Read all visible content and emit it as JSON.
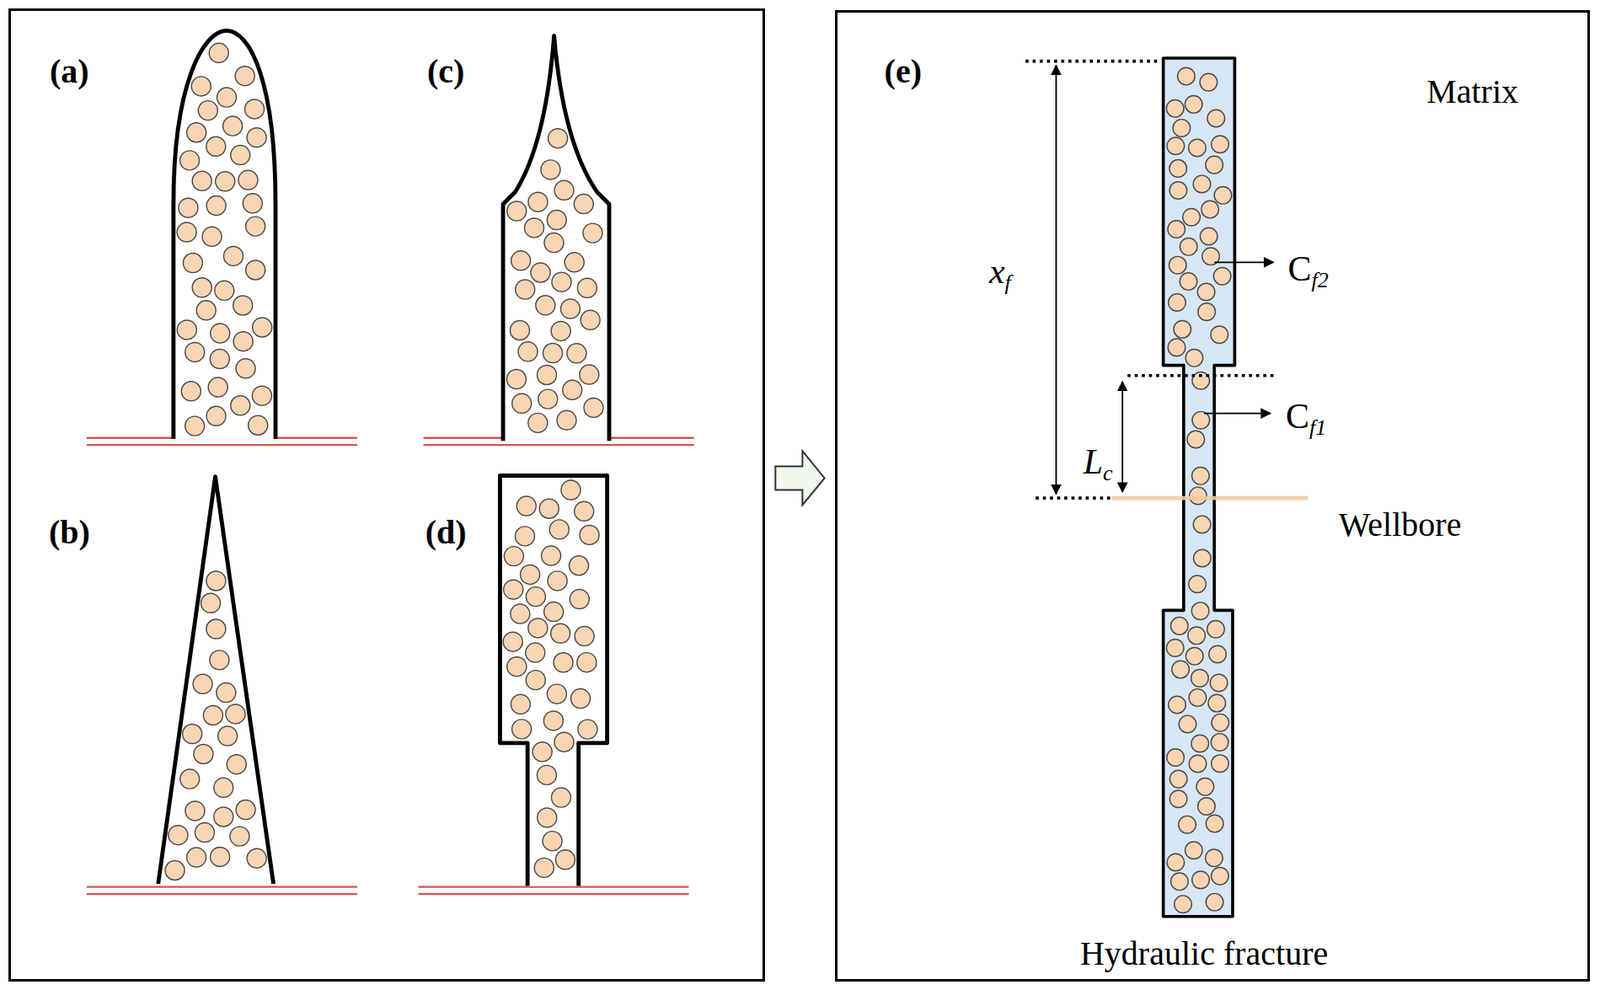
{
  "diagram": {
    "nodes": [
      {
        "text": [
          "(a)",
          "(b)",
          "(c)",
          "(d)"
        ]
      },
      {
        "text": [
          "(e)",
          "Matrix",
          "xf",
          "Cf2",
          "Lc",
          "Cf1",
          "Wellbore",
          "Hydraulic fracture"
        ]
      }
    ],
    "edges": [
      {
        "from": 0,
        "to": 1,
        "arrow": "to"
      }
    ]
  }
}
